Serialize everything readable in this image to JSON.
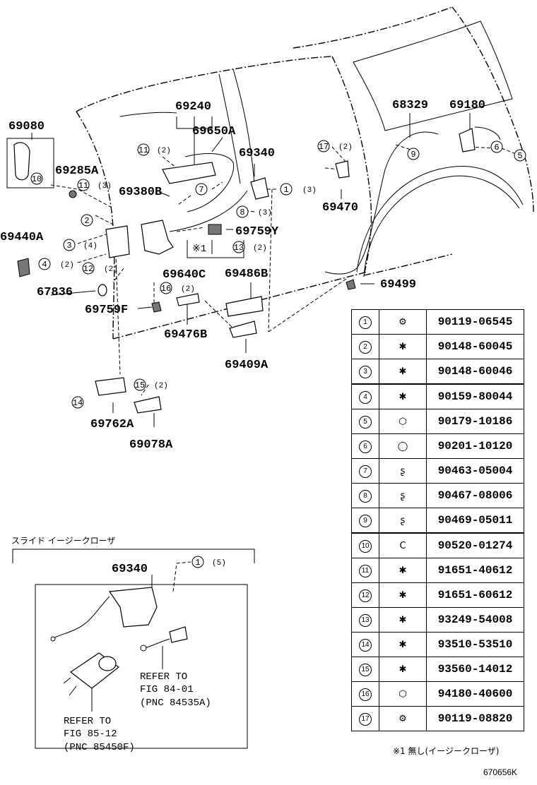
{
  "callouts": {
    "p69080": "69080",
    "p69285A": "69285A",
    "p69440A": "69440A",
    "p67836": "67836",
    "p69759F": "69759F",
    "p69240": "69240",
    "p69650A": "69650A",
    "p69380B": "69380B",
    "p69340": "69340",
    "p69759Y": "69759Y",
    "p69640C": "69640C",
    "p69486B": "69486B",
    "p69476B": "69476B",
    "p69409A": "69409A",
    "p69762A": "69762A",
    "p69078A": "69078A",
    "p68329": "68329",
    "p69180": "69180",
    "p69470": "69470",
    "p69499": "69499",
    "inset_69340": "69340"
  },
  "quantities": {
    "q2": "(2)",
    "q3": "(3)",
    "q4": "(4)",
    "q5": "(5)"
  },
  "markers": {
    "n1": "1",
    "n2": "2",
    "n3": "3",
    "n4": "4",
    "n5": "5",
    "n6": "6",
    "n7": "7",
    "n8": "8",
    "n9": "9",
    "n10": "10",
    "n11": "11",
    "n12": "12",
    "n13": "13",
    "n14": "14",
    "n15": "15",
    "n16": "16",
    "n17": "17",
    "note_mark": "※1"
  },
  "inset": {
    "title": "スライド イージークローザ",
    "refer1": [
      "REFER TO",
      "FIG 84-01",
      "(PNC 84535A)"
    ],
    "refer2": [
      "REFER TO",
      "FIG 85-12",
      "(PNC 85450F)"
    ]
  },
  "table": {
    "rows": [
      {
        "num": "1",
        "icon": "bolt-icon",
        "pn": "90119-06545"
      },
      {
        "num": "2",
        "icon": "screw-icon",
        "pn": "90148-60045"
      },
      {
        "num": "3",
        "icon": "screw-icon",
        "pn": "90148-60046"
      },
      {
        "num": "4",
        "icon": "screw-icon",
        "pn": "90159-80044"
      },
      {
        "num": "5",
        "icon": "nut-icon",
        "pn": "90179-10186"
      },
      {
        "num": "6",
        "icon": "ring-icon",
        "pn": "90201-10120"
      },
      {
        "num": "7",
        "icon": "clip-icon",
        "pn": "90463-05004"
      },
      {
        "num": "8",
        "icon": "clip-icon",
        "pn": "90467-08006"
      },
      {
        "num": "9",
        "icon": "clip-icon",
        "pn": "90469-05011"
      },
      {
        "num": "10",
        "icon": "c-ring-icon",
        "pn": "90520-01274"
      },
      {
        "num": "11",
        "icon": "screw-icon",
        "pn": "91651-40612"
      },
      {
        "num": "12",
        "icon": "screw-icon",
        "pn": "91651-60612"
      },
      {
        "num": "13",
        "icon": "screw-icon",
        "pn": "93249-54008"
      },
      {
        "num": "14",
        "icon": "screw-icon",
        "pn": "93510-53510"
      },
      {
        "num": "15",
        "icon": "screw-icon",
        "pn": "93560-14012"
      },
      {
        "num": "16",
        "icon": "nut-icon",
        "pn": "94180-40600"
      },
      {
        "num": "17",
        "icon": "bolt-icon",
        "pn": "90119-08820"
      }
    ]
  },
  "footnote": "※1 無し(イージークローザ)",
  "figure_code": "670656K"
}
